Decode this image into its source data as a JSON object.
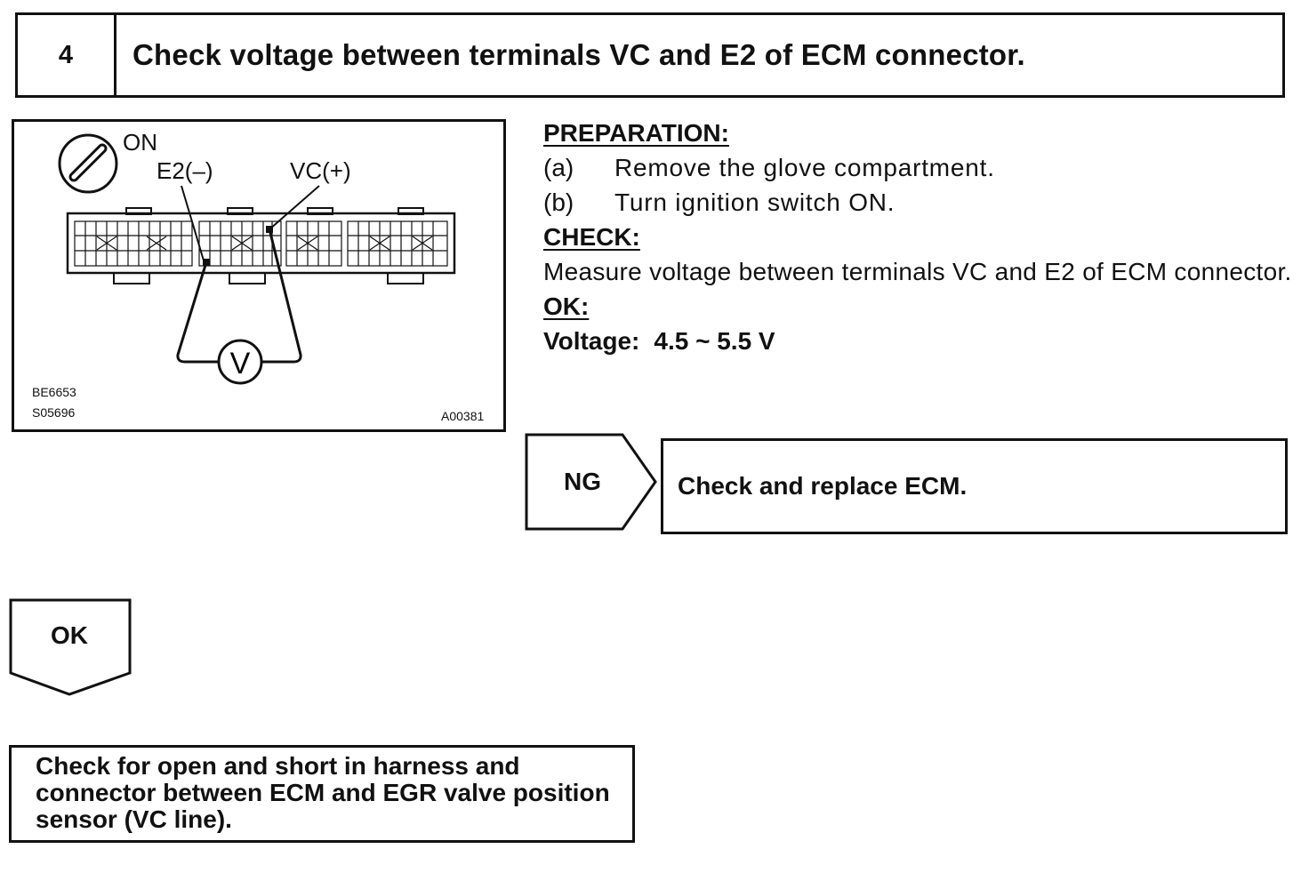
{
  "step": {
    "number": "4",
    "title": "Check voltage between terminals VC and E2 of ECM connector."
  },
  "diagram": {
    "switch_label": "ON",
    "terminal_negative": "E2(–)",
    "terminal_positive": "VC(+)",
    "meter_symbol": "V",
    "figure_codes": [
      "BE6653",
      "S05696",
      "A00381"
    ]
  },
  "procedure": {
    "preparation_heading": "PREPARATION:",
    "preparation_items": [
      {
        "tag": "(a)",
        "text": "Remove the glove compartment."
      },
      {
        "tag": "(b)",
        "text": "Turn ignition switch ON."
      }
    ],
    "check_heading": "CHECK:",
    "check_text": "Measure voltage between terminals VC and E2 of ECM connector.",
    "ok_heading": "OK:",
    "ok_label": "Voltage:",
    "ok_value": "4.5 ~ 5.5 V"
  },
  "ng_branch": {
    "label": "NG",
    "result": "Check and replace ECM."
  },
  "ok_branch": {
    "label": "OK",
    "next_step": "Check for open and short in harness and connector between ECM and EGR valve position sensor (VC line)."
  }
}
